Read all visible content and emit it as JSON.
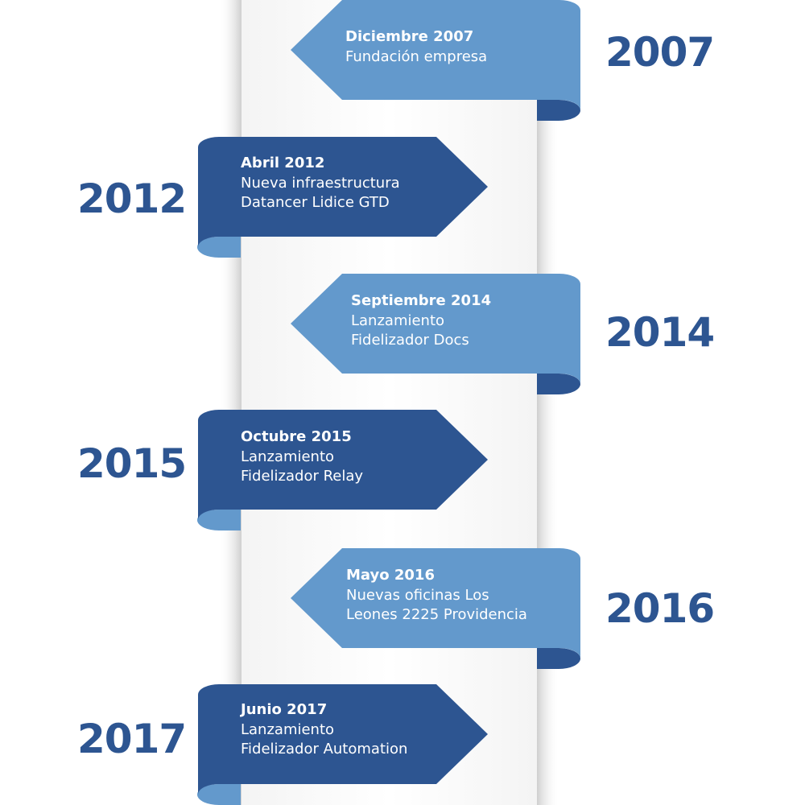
{
  "colors": {
    "dark_ribbon": "#2d5591",
    "light_ribbon": "#6399cc",
    "light_ribbon_curl": "#2d5591",
    "dark_ribbon_curl": "#6399cc",
    "year_text": "#2d5591",
    "axis_left": "#e9e9e9",
    "axis_right": "#e0e0e0"
  },
  "events": [
    {
      "year": "2007",
      "date": "Diciembre 2007",
      "lines": [
        "Fundación empresa"
      ],
      "side": "right",
      "shade": "light"
    },
    {
      "year": "2012",
      "date": "Abril 2012",
      "lines": [
        "Nueva infraestructura",
        "Datancer Lidice GTD"
      ],
      "side": "left",
      "shade": "dark"
    },
    {
      "year": "2014",
      "date": "Septiembre 2014",
      "lines": [
        "Lanzamiento",
        "Fidelizador Docs"
      ],
      "side": "right",
      "shade": "light"
    },
    {
      "year": "2015",
      "date": "Octubre 2015",
      "lines": [
        "Lanzamiento",
        "Fidelizador Relay"
      ],
      "side": "left",
      "shade": "dark"
    },
    {
      "year": "2016",
      "date": "Mayo 2016",
      "lines": [
        "Nuevas oficinas Los",
        "Leones 2225 Providencia"
      ],
      "side": "right",
      "shade": "light"
    },
    {
      "year": "2017",
      "date": "Junio 2017",
      "lines": [
        "Lanzamiento",
        "Fidelizador Automation"
      ],
      "side": "left",
      "shade": "dark"
    }
  ]
}
